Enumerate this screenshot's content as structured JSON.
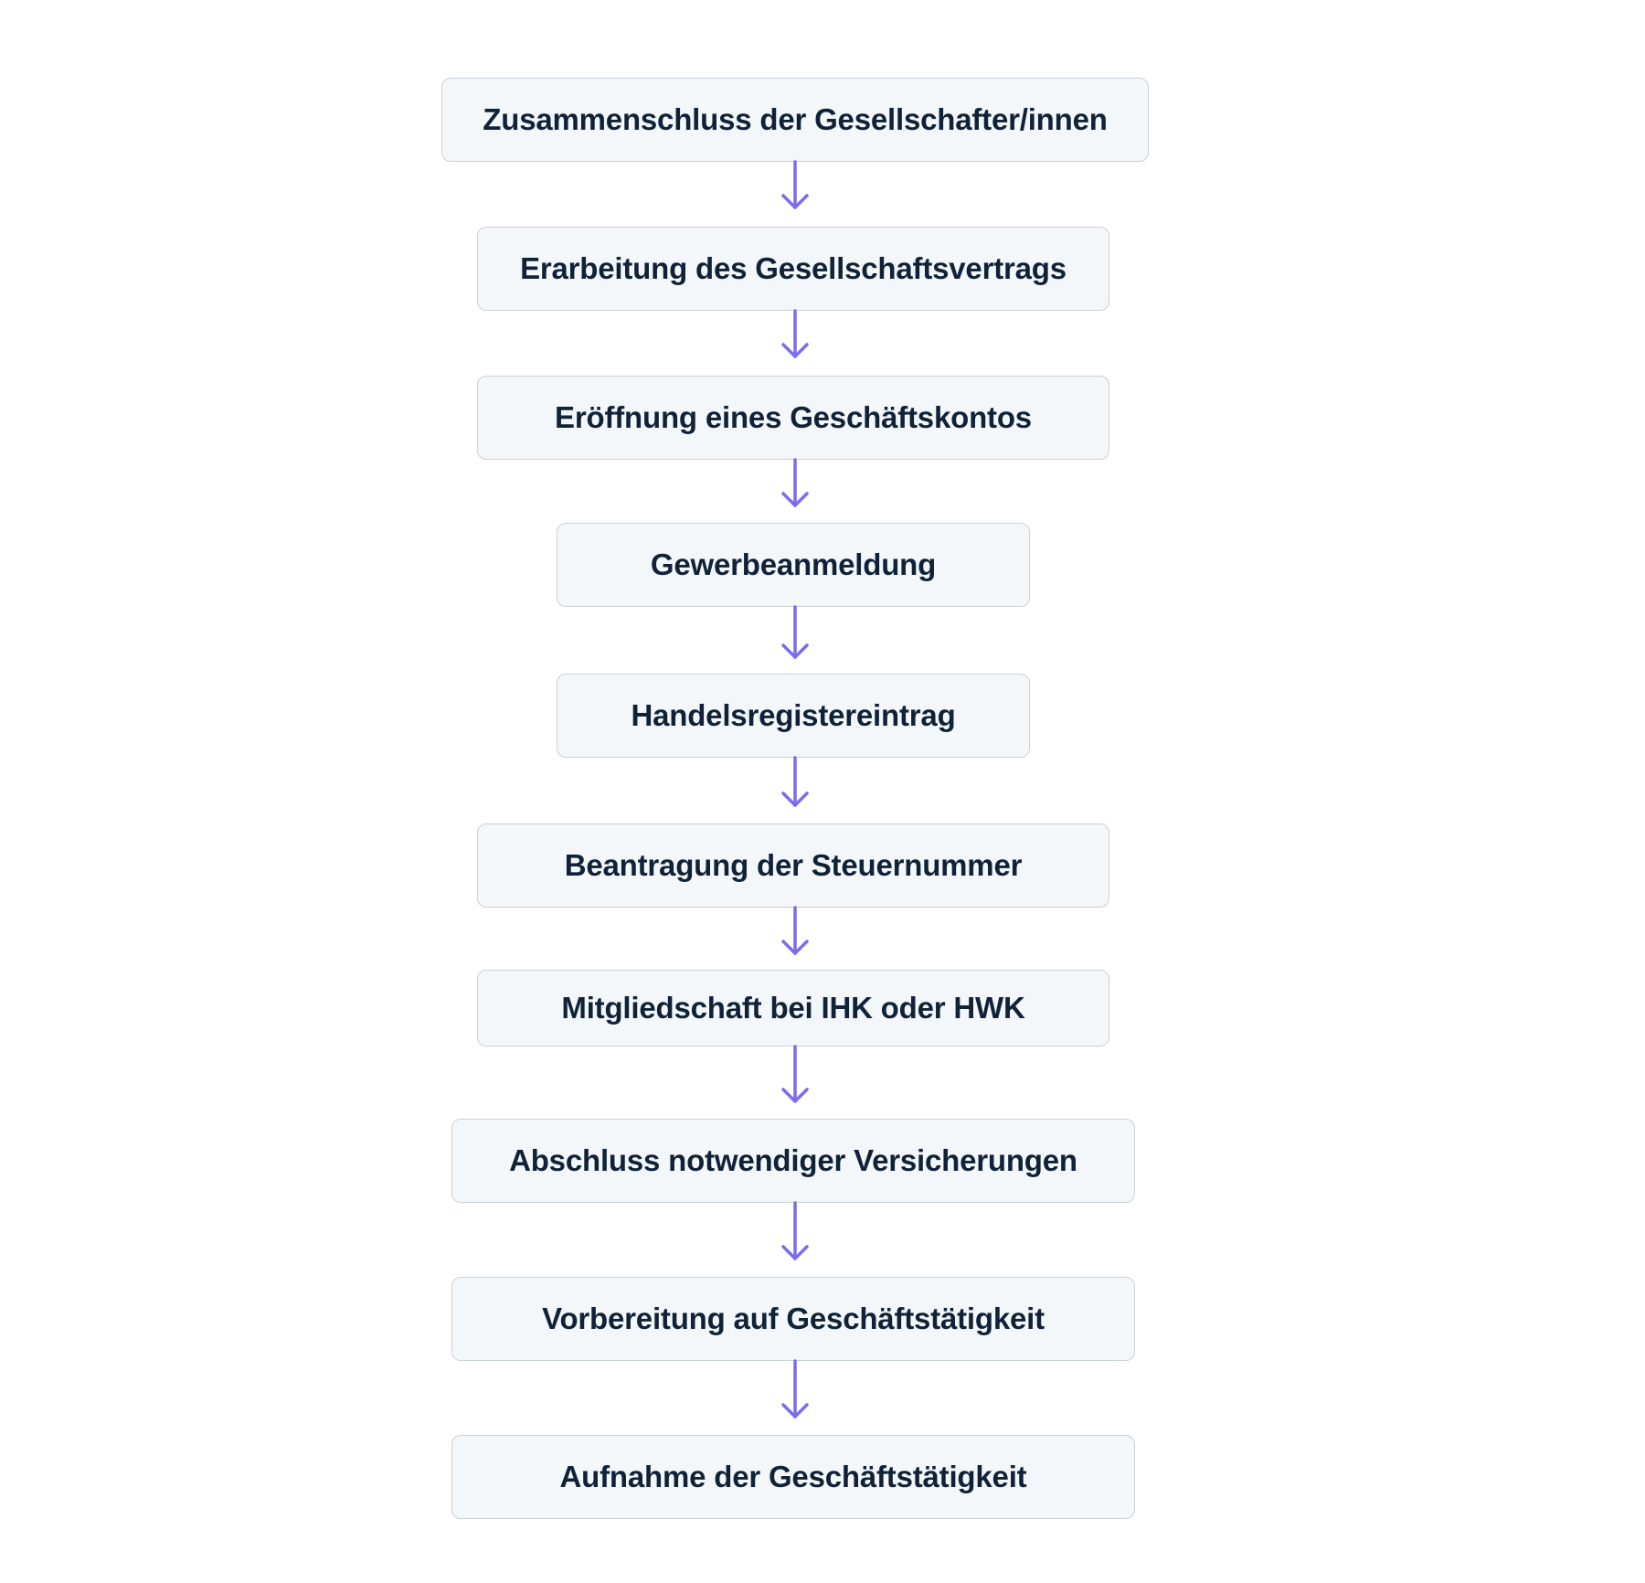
{
  "diagram": {
    "type": "vertical-flowchart",
    "arrow_color": "#7b6cee",
    "box_fill": "#f4f7fa",
    "box_border": "#c9d1d9",
    "text_color": "#0f2238",
    "steps": [
      "Zusammenschluss der Gesellschafter/innen",
      "Erarbeitung des Gesellschaftsvertrags",
      "Eröffnung eines Geschäftskontos",
      "Gewerbeanmeldung",
      "Handelsregistereintrag",
      "Beantragung der Steuernummer",
      "Mitgliedschaft bei IHK oder HWK",
      "Abschluss notwendiger Versicherungen",
      "Vorbereitung auf Geschäftstätigkeit",
      "Aufnahme der Geschäftstätigkeit"
    ]
  }
}
